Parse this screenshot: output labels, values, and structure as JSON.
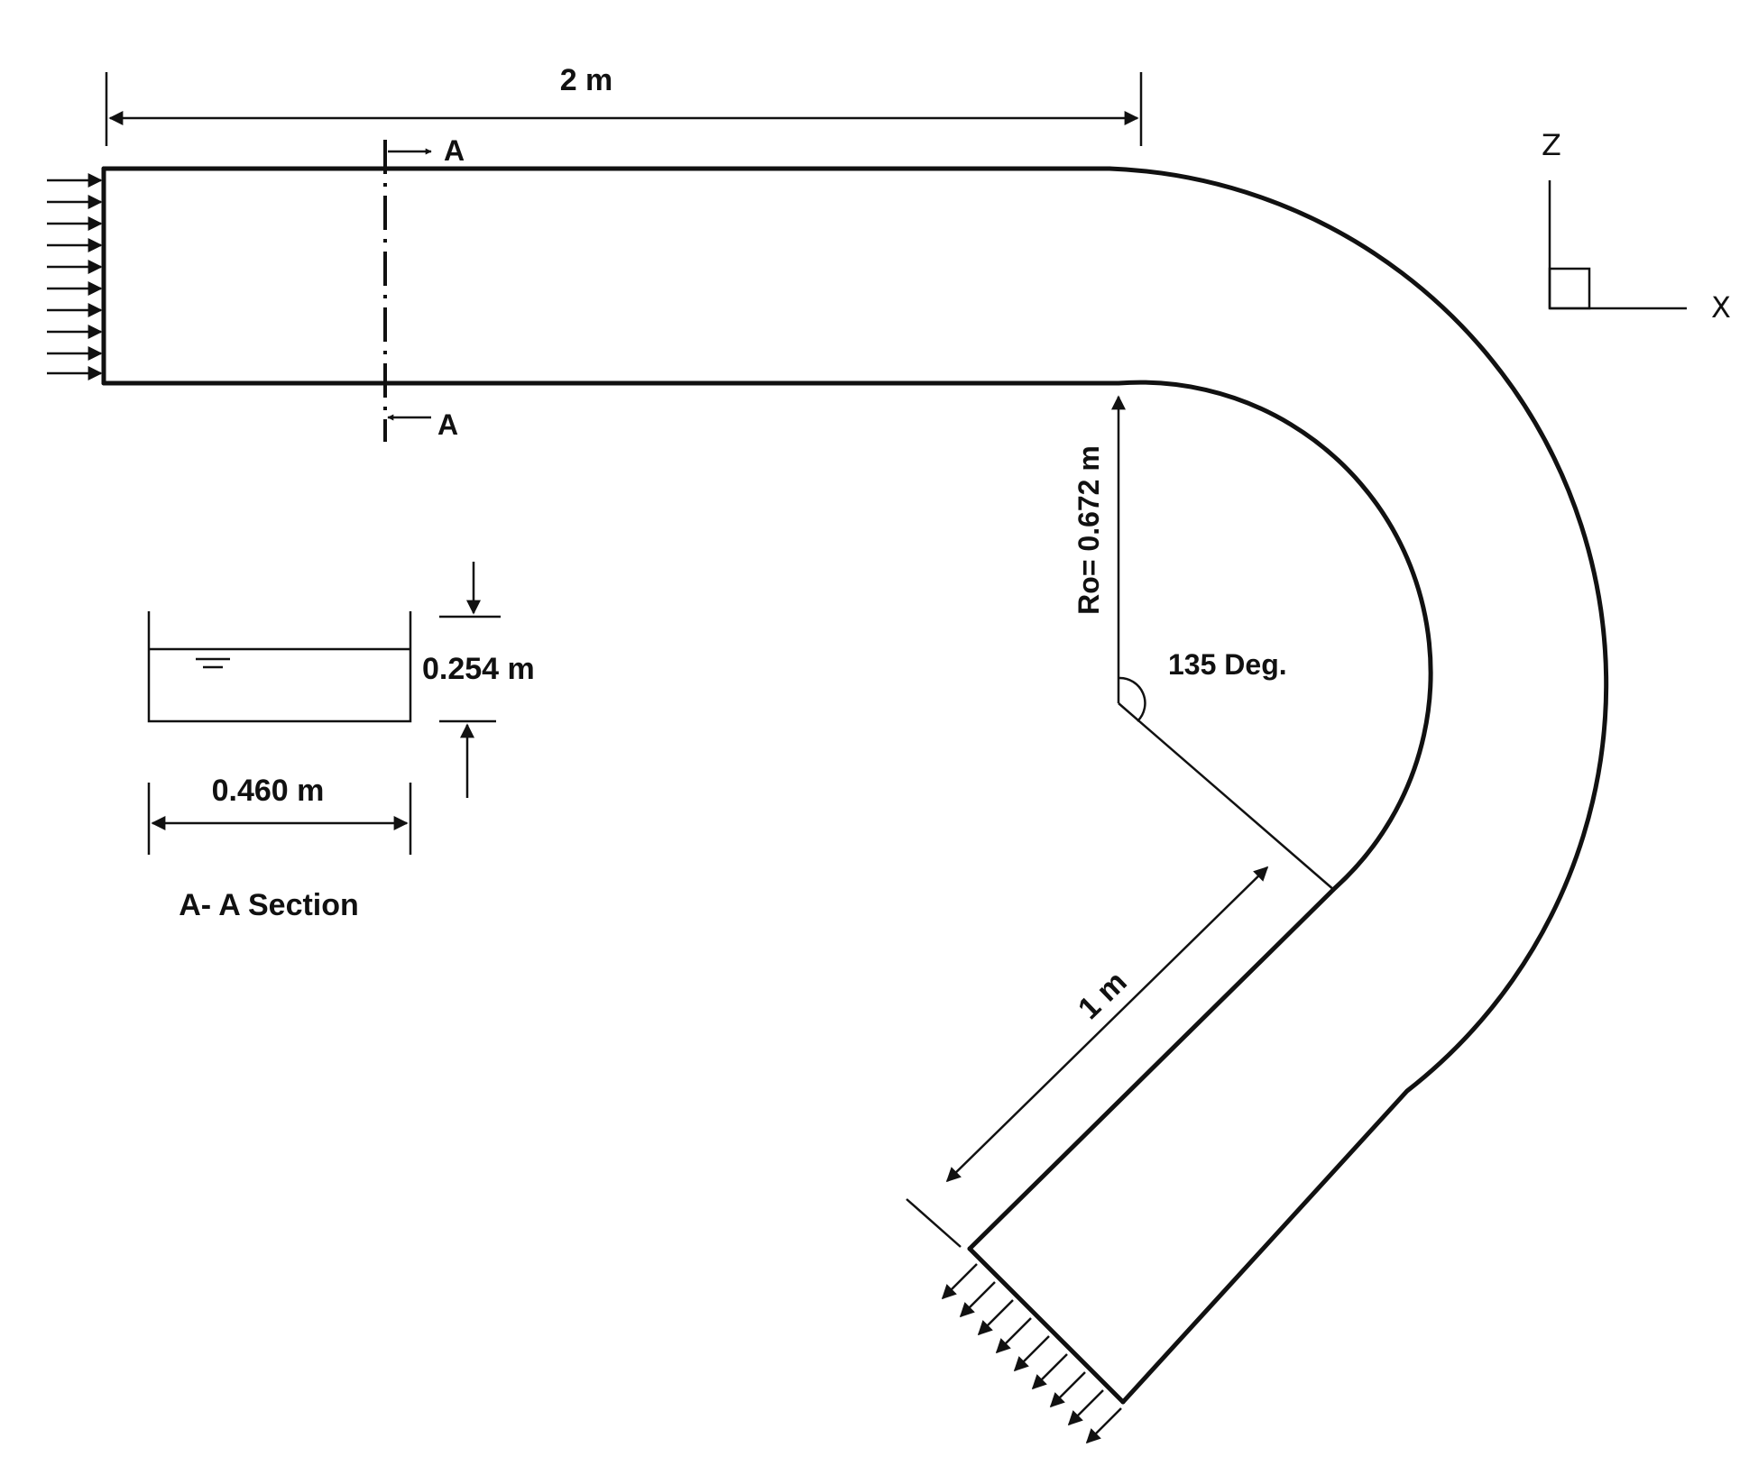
{
  "labels": {
    "length_top": "2 m",
    "section_top": "A",
    "section_bottom": "A",
    "radius": "Ro= 0.672 m",
    "angle": "135 Deg.",
    "outlet_length": "1 m",
    "depth": "0.254 m",
    "width": "0.460 m",
    "section_caption": "A- A Section",
    "axis_z": "Z",
    "axis_x": "X"
  },
  "icons": {
    "inlet": "arrow-right-icon",
    "outlet": "arrow-down-left-icon",
    "water_surface": "water-surface-icon"
  }
}
